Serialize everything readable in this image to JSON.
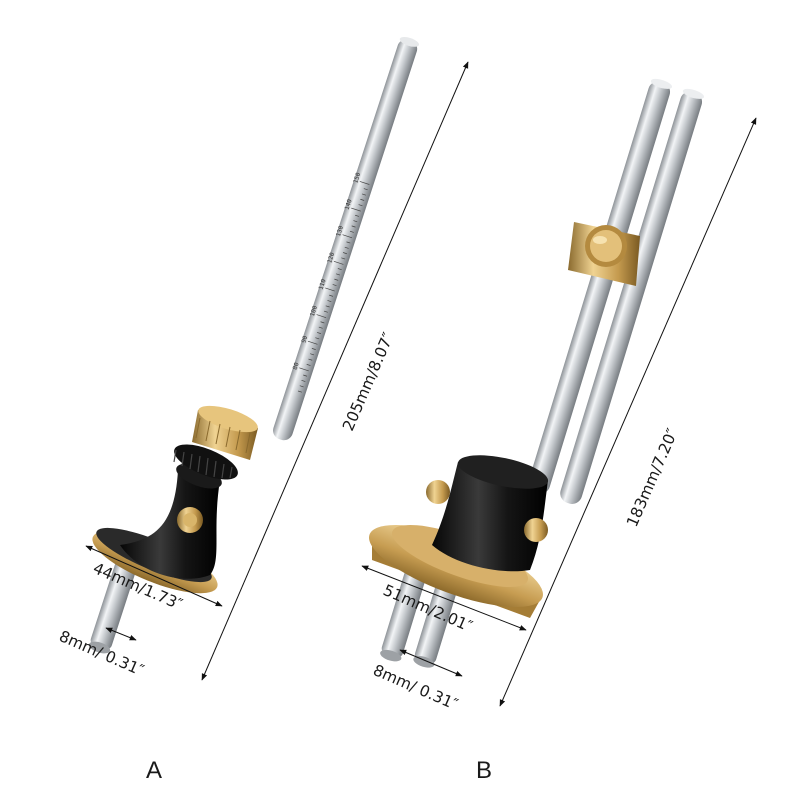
{
  "variants": [
    {
      "label": "A",
      "dimensions": {
        "length": "205mm/8.07″",
        "base_diameter": "44mm/1.73″",
        "rod_diameter": "8mm/ 0.31″"
      },
      "scale_ticks": [
        "150",
        "140",
        "130",
        "120",
        "110",
        "100",
        "90",
        "80"
      ]
    },
    {
      "label": "B",
      "dimensions": {
        "length": "183mm/7.20″",
        "base_diameter": "51mm/2.01″",
        "rod_diameter": "8mm/ 0.31″"
      }
    }
  ],
  "colors": {
    "brass": "#c9a25a",
    "black_body": "#1b1b1b",
    "steel": "#c8ccd0",
    "annotation": "#111111"
  }
}
